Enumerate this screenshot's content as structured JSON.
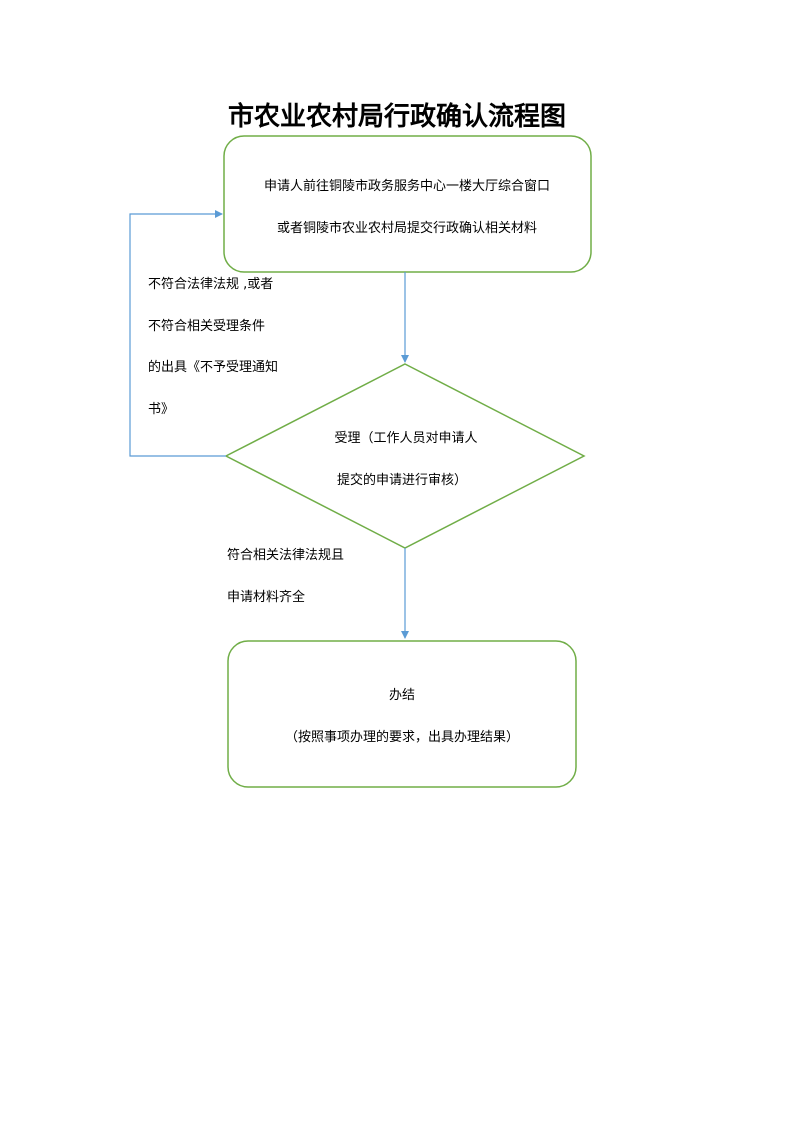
{
  "title": "市农业农村局行政确认流程图",
  "colors": {
    "node_border": "#70ad47",
    "arrow": "#5b9bd5",
    "text": "#000000",
    "background": "#ffffff"
  },
  "nodes": {
    "submit": {
      "line1": "申请人前往铜陵市政务服务中心一楼大厅综合窗口",
      "line2": "或者铜陵市农业农村局提交行政确认相关材料"
    },
    "accept": {
      "line1": "受理（工作人员对申请人",
      "line2": "提交的申请进行审核）"
    },
    "complete": {
      "line1": "办结",
      "line2": "（按照事项办理的要求，出具办理结果）"
    }
  },
  "edges": {
    "reject": {
      "line1": "不符合法律法规 ,或者",
      "line2": "不符合相关受理条件",
      "line3": "的出具《不予受理通知",
      "line4": "书》"
    },
    "approve": {
      "line1": "符合相关法律法规且",
      "line2": "申请材料齐全"
    }
  }
}
